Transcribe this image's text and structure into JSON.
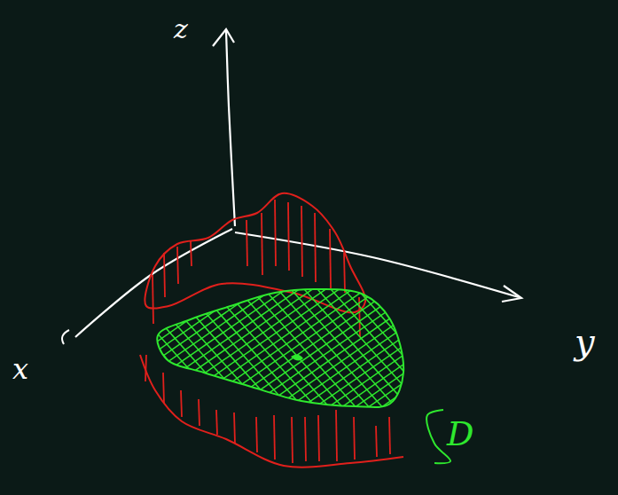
{
  "diagram": {
    "labels": [
      "z",
      "y",
      "x",
      "D"
    ]
  }
}
